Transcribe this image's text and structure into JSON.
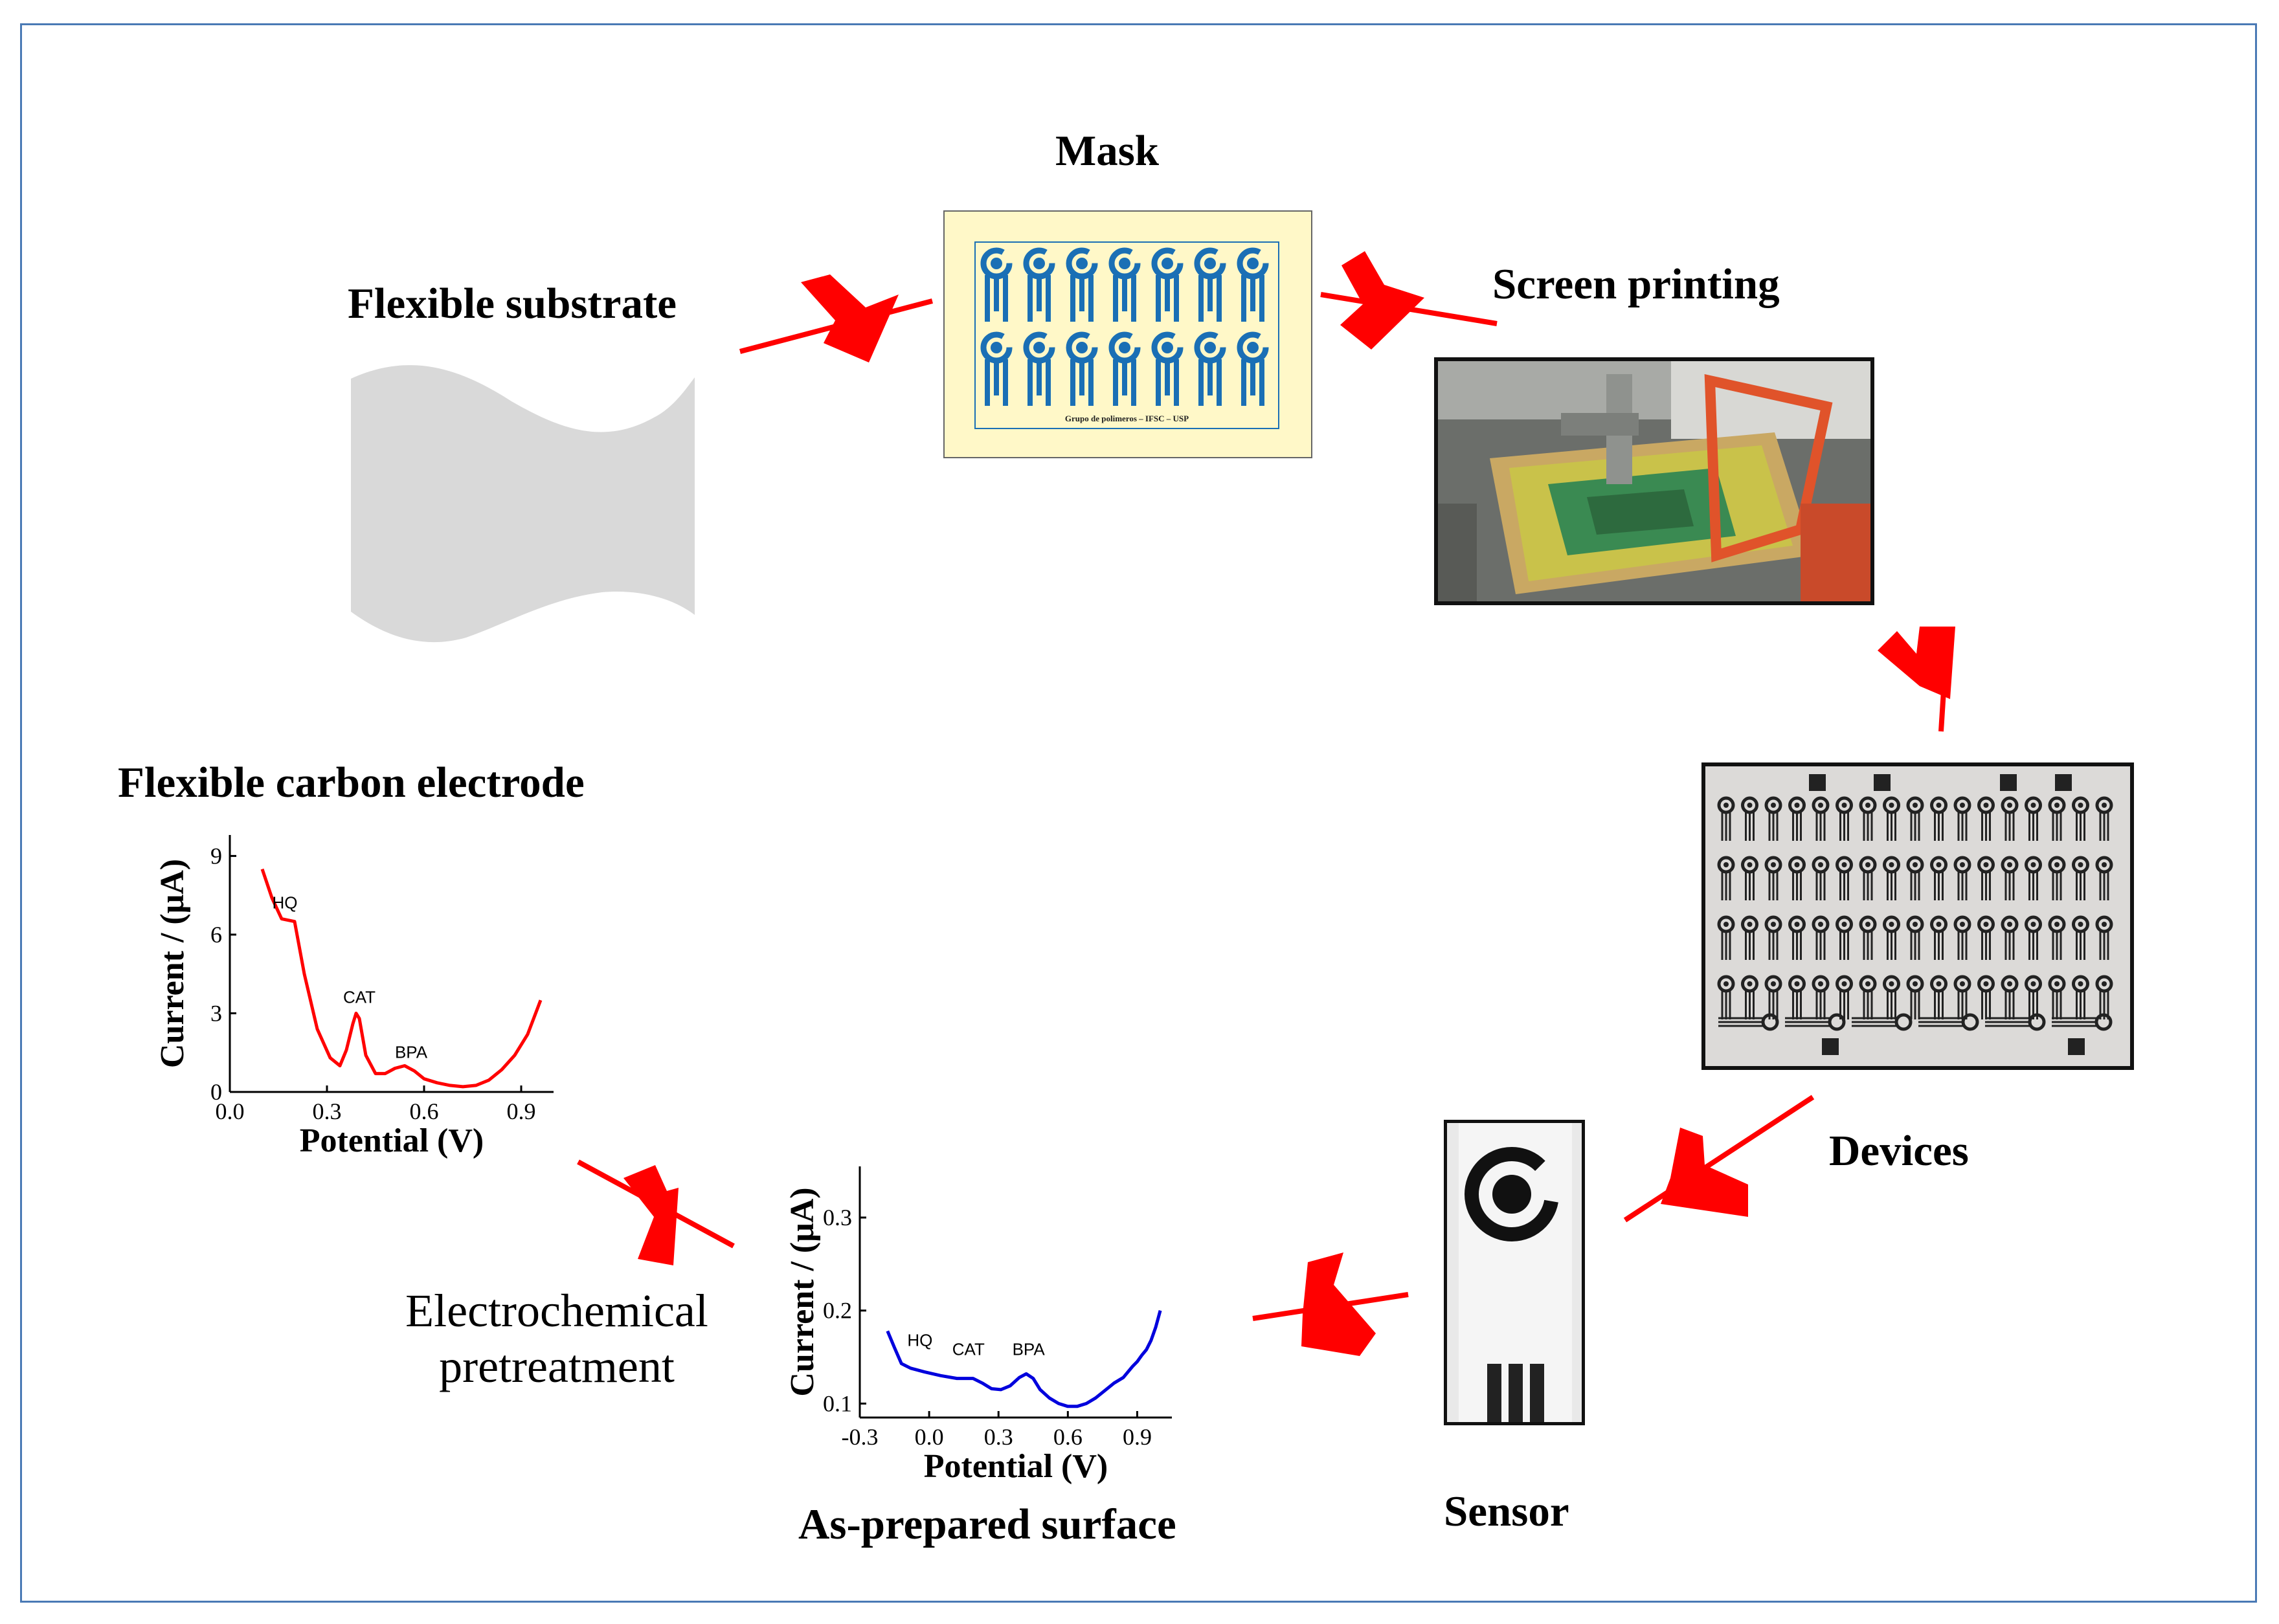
{
  "labels": {
    "mask": "Mask",
    "flexible_substrate": "Flexible substrate",
    "screen_printing": "Screen printing",
    "devices": "Devices",
    "sensor": "Sensor",
    "as_prepared": "As-prepared surface",
    "pretreatment_line1": "Electrochemical",
    "pretreatment_line2": "pretreatment",
    "flexible_carbon": "Flexible carbon electrode",
    "mask_caption": "Grupo de polimeros – IFSC – USP"
  },
  "colors": {
    "arrow": "#ff0000",
    "frame": "#4a7ab5",
    "mask_fill": "#fff8c8",
    "mask_pattern": "#1a6fb5",
    "curve_pretreated": "#ff0000",
    "curve_asprepared": "#0000dd",
    "substrate": "#d9d9d9"
  },
  "chart_data": [
    {
      "type": "line",
      "id": "pretreated",
      "xlabel": "Potential (V)",
      "ylabel": "Current / (μA)",
      "xlim": [
        0.0,
        1.0
      ],
      "ylim": [
        0,
        9.8
      ],
      "xticks": [
        "0.0",
        "0.3",
        "0.6",
        "0.9"
      ],
      "yticks": [
        "0",
        "3",
        "6",
        "9"
      ],
      "annotations": [
        {
          "text": "HQ",
          "x": 0.17,
          "y": 7.0
        },
        {
          "text": "CAT",
          "x": 0.4,
          "y": 3.4
        },
        {
          "text": "BPA",
          "x": 0.56,
          "y": 1.3
        }
      ],
      "series": [
        {
          "x": [
            0.1,
            0.13,
            0.16,
            0.2,
            0.23,
            0.27,
            0.31,
            0.34,
            0.36,
            0.38,
            0.39,
            0.4,
            0.42,
            0.45,
            0.48,
            0.51,
            0.54,
            0.57,
            0.6,
            0.64,
            0.68,
            0.72,
            0.76,
            0.8,
            0.84,
            0.88,
            0.92,
            0.96
          ],
          "y": [
            8.5,
            7.4,
            6.6,
            6.5,
            4.5,
            2.4,
            1.3,
            1.0,
            1.6,
            2.6,
            3.0,
            2.8,
            1.4,
            0.7,
            0.7,
            0.9,
            1.0,
            0.8,
            0.5,
            0.35,
            0.25,
            0.2,
            0.25,
            0.45,
            0.85,
            1.4,
            2.2,
            3.5
          ]
        }
      ]
    },
    {
      "type": "line",
      "id": "as-prepared",
      "xlabel": "Potential (V)",
      "ylabel": "Current / (μA)",
      "xlim": [
        -0.3,
        1.05
      ],
      "ylim": [
        0.085,
        0.355
      ],
      "xticks": [
        "-0.3",
        "0.0",
        "0.3",
        "0.6",
        "0.9"
      ],
      "yticks": [
        "0.1",
        "0.2",
        "0.3"
      ],
      "annotations": [
        {
          "text": "HQ",
          "x": -0.04,
          "y": 0.162
        },
        {
          "text": "CAT",
          "x": 0.17,
          "y": 0.152
        },
        {
          "text": "BPA",
          "x": 0.43,
          "y": 0.152
        }
      ],
      "series": [
        {
          "x": [
            -0.18,
            -0.15,
            -0.12,
            -0.08,
            -0.02,
            0.05,
            0.12,
            0.19,
            0.23,
            0.27,
            0.31,
            0.35,
            0.39,
            0.42,
            0.45,
            0.48,
            0.52,
            0.56,
            0.6,
            0.64,
            0.68,
            0.72,
            0.76,
            0.8,
            0.84,
            0.88,
            0.9,
            0.92,
            0.94,
            0.96,
            0.98,
            1.0
          ],
          "y": [
            0.178,
            0.16,
            0.143,
            0.138,
            0.134,
            0.13,
            0.127,
            0.127,
            0.122,
            0.116,
            0.115,
            0.119,
            0.128,
            0.132,
            0.127,
            0.115,
            0.106,
            0.1,
            0.097,
            0.097,
            0.1,
            0.106,
            0.114,
            0.122,
            0.128,
            0.14,
            0.145,
            0.152,
            0.158,
            0.168,
            0.182,
            0.2
          ]
        }
      ]
    }
  ]
}
